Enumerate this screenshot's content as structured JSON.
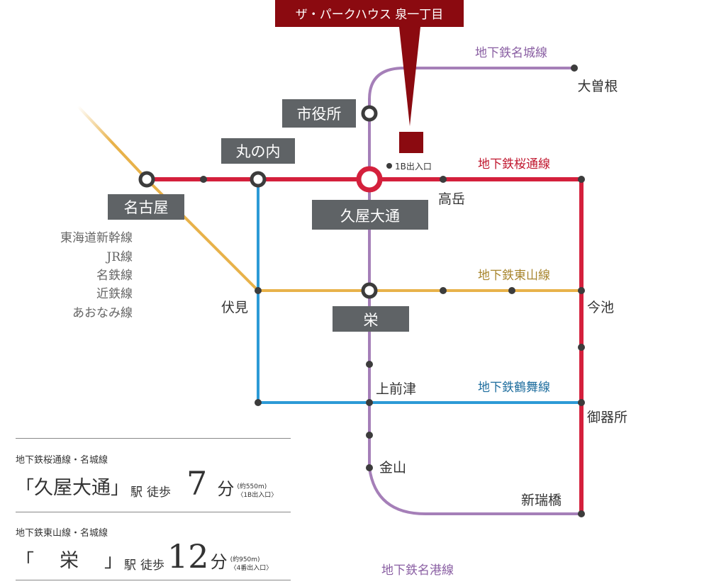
{
  "property": {
    "name": "ザ・パークハウス 泉一丁目",
    "label_color": "#8b0a10"
  },
  "lines": {
    "sakuradori": {
      "name": "地下鉄桜通線",
      "color": "#d4203c"
    },
    "meijo": {
      "name": "地下鉄名城線",
      "color": "#a57fb8"
    },
    "higashiyama": {
      "name": "地下鉄東山線",
      "color": "#e8b24a"
    },
    "tsurumai": {
      "name": "地下鉄鶴舞線",
      "color": "#2c9ad6"
    },
    "meiko": {
      "name": "地下鉄名港線",
      "color": "#a57fb8"
    }
  },
  "stations": {
    "hisaya_odori": "久屋大通",
    "shiyakusho": "市役所",
    "marunouchi": "丸の内",
    "nagoya": "名古屋",
    "sakae": "栄",
    "ozone": "大曽根",
    "takaoka": "高岳",
    "fushimi": "伏見",
    "imaike": "今池",
    "kamimaezu": "上前津",
    "gokiso": "御器所",
    "kanayama": "金山",
    "shinmizuhashi": "新瑞橋"
  },
  "exit_label": "1B出入口",
  "jr_lines": [
    "東海道新幹線",
    "JR線",
    "名鉄線",
    "近鉄線",
    "あおなみ線"
  ],
  "access": [
    {
      "lines": "地下鉄桜通線・名城線",
      "open_bracket": "「",
      "station": "久屋大通",
      "close_bracket": "」",
      "eki": "駅",
      "walk": "徒歩",
      "minutes": "7",
      "fun": "分",
      "distance": "(約550m)",
      "exit": "〈1B出入口〉"
    },
    {
      "lines": "地下鉄東山線・名城線",
      "open_bracket": "「",
      "station": "栄",
      "close_bracket": "」",
      "eki": "駅",
      "walk": "徒歩",
      "minutes": "12",
      "fun": "分",
      "distance": "(約950m)",
      "exit": "〈4番出入口〉"
    }
  ],
  "colors": {
    "station_box": "#5f6366",
    "jr_line": "#b0b0b0"
  }
}
